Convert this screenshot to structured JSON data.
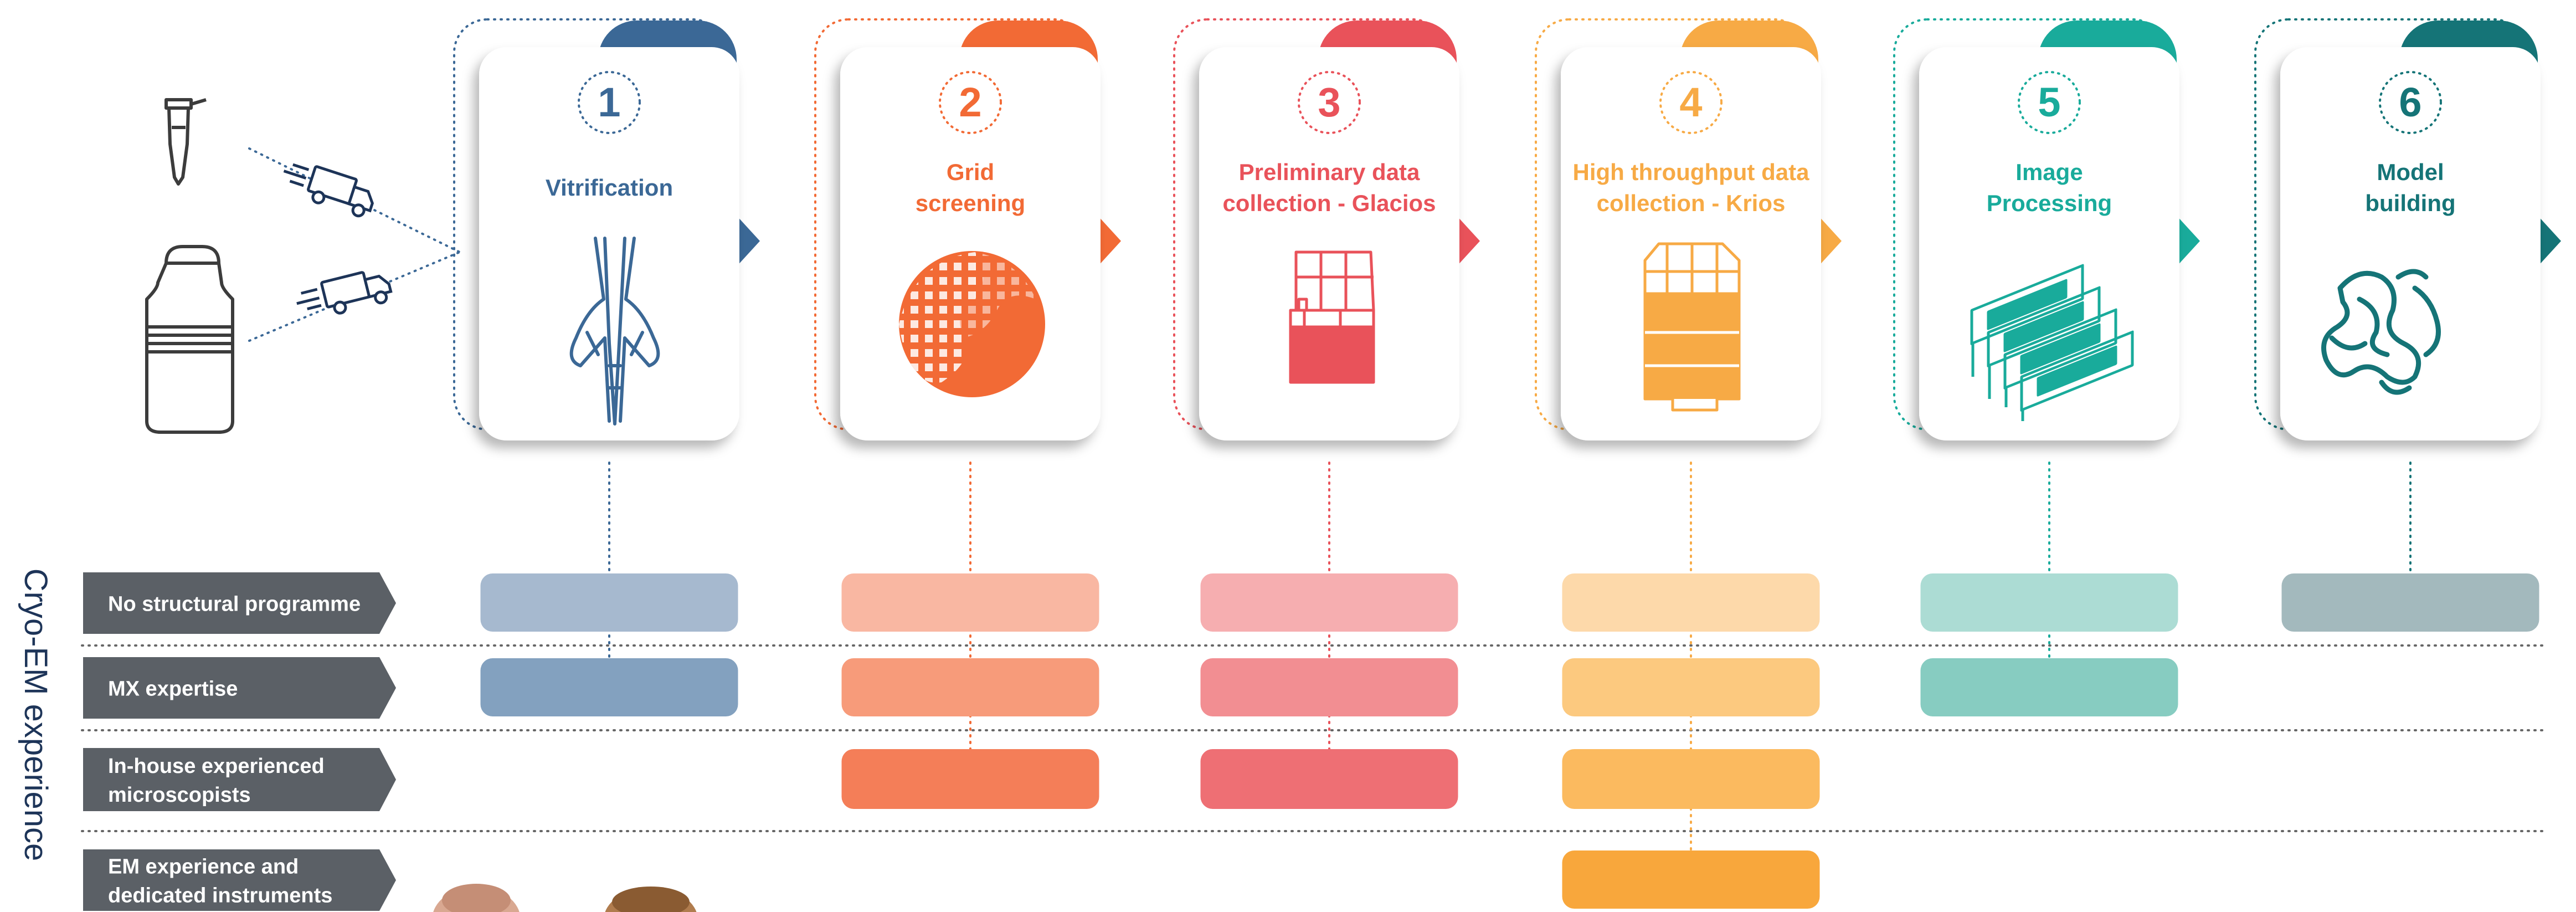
{
  "steps": [
    {
      "number": "1",
      "title_lines": [
        "Vitrification"
      ],
      "color": "#3b6896",
      "icon": "vitrobot-forceps-icon"
    },
    {
      "number": "2",
      "title_lines": [
        "Grid",
        "screening"
      ],
      "color": "#f26a35",
      "icon": "em-grid-icon"
    },
    {
      "number": "3",
      "title_lines": [
        "Preliminary data",
        "collection - Glacios"
      ],
      "color": "#e9525a",
      "icon": "glacios-microscope-icon"
    },
    {
      "number": "4",
      "title_lines": [
        "High throughput data",
        "collection - Krios"
      ],
      "color": "#f7aa45",
      "icon": "krios-microscope-icon"
    },
    {
      "number": "5",
      "title_lines": [
        "Image",
        "Processing"
      ],
      "color": "#19ab9b",
      "icon": "gpu-cards-icon"
    },
    {
      "number": "6",
      "title_lines": [
        "Model",
        "building"
      ],
      "color": "#157477",
      "icon": "protein-model-icon"
    }
  ],
  "vertical_label": "Cryo-EM experience",
  "experience_levels": [
    {
      "lines": [
        "No structural programme"
      ],
      "covered_steps": [
        1,
        2,
        3,
        4,
        5,
        6
      ]
    },
    {
      "lines": [
        "MX expertise"
      ],
      "covered_steps": [
        1,
        2,
        3,
        4,
        5
      ]
    },
    {
      "lines": [
        "In-house experienced",
        "microscopists"
      ],
      "covered_steps": [
        2,
        3,
        4
      ]
    },
    {
      "lines": [
        "EM experience and",
        "dedicated instruments"
      ],
      "covered_steps": [
        4
      ]
    }
  ],
  "sample_icons": [
    "sample-tube-icon",
    "dewar-icon"
  ],
  "shipping_icons": [
    "delivery-truck-icon",
    "delivery-truck-icon"
  ],
  "people": [
    "person-photo-icon",
    "person-photo-icon"
  ],
  "colors": {
    "dark_text": "#1d3458",
    "label_bar": "#5b6066",
    "line_art": "#3c3c3c",
    "fills": [
      [
        "#a6b9cf",
        "#83a1bf"
      ],
      [
        "#f9b7a2",
        "#f79b7a",
        "#f47e58"
      ],
      [
        "#f6aeb0",
        "#f28e92",
        "#ee6f74"
      ],
      [
        "#fdd9aa",
        "#fcc97f",
        "#fbba5f",
        "#f8a73c"
      ],
      [
        "#acdcd4",
        "#87ccc1"
      ],
      [
        "#a3b9bd"
      ]
    ]
  }
}
